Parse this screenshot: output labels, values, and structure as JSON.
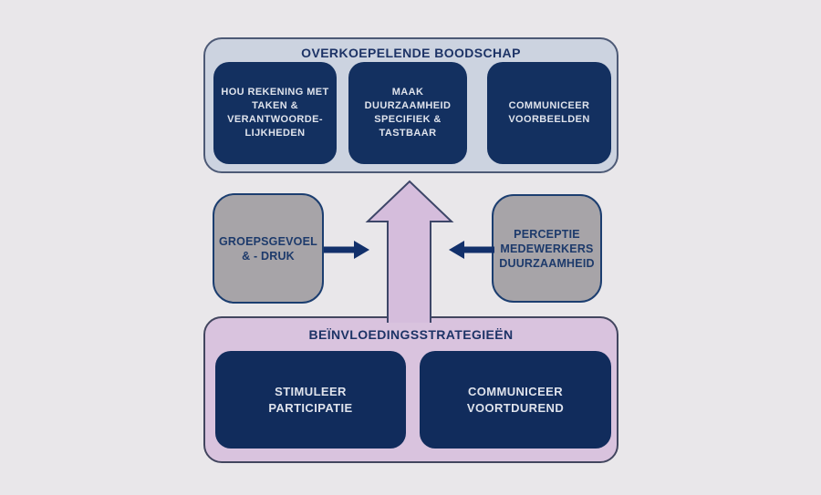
{
  "palette": {
    "background": "#e9e7ea",
    "top_container_fill": "#ccd3e0",
    "top_container_border": "#4d5a76",
    "bottom_container_fill": "#d9c3de",
    "bottom_container_border": "#42465f",
    "navy_box_fill": "#133060",
    "navy_box_text": "#dfe3ec",
    "gray_box_fill": "#a7a4a8",
    "gray_box_border": "#1c3e70",
    "title_text": "#1d3366",
    "navy_arrow": "#12306b",
    "purple_arrow_fill": "#d5bddc",
    "purple_arrow_border": "#3d4668"
  },
  "diagram": {
    "top_section": {
      "title": "OVERKOEPELENDE BOODSCHAP",
      "boxes": [
        {
          "label": "HOU REKENING MET\nTAKEN &\nVERANTWOORDE-\nLIJKHEDEN"
        },
        {
          "label": "MAAK\nDUURZAAMHEID\nSPECIFIEK &\nTASTBAAR"
        },
        {
          "label": "COMMUNICEER\nVOORBEELDEN"
        }
      ]
    },
    "middle_section": {
      "left_box_label": "GROEPSGEVOEL\n& - DRUK",
      "right_box_label": "PERCEPTIE\nMEDEWERKERS\nDUURZAAMHEID"
    },
    "bottom_section": {
      "title": "BEÏNVLOEDINGSSTRATEGIEËN",
      "boxes": [
        {
          "label": "STIMULEER\nPARTICIPATIE"
        },
        {
          "label": "COMMUNICEER\nVOORTDUREND"
        }
      ]
    }
  }
}
